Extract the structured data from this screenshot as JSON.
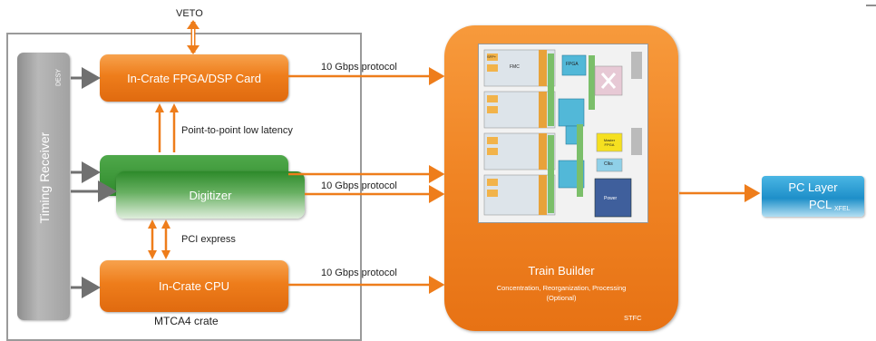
{
  "veto": "VETO",
  "crate_label": "MTCA4 crate",
  "timing_receiver": {
    "label": "Timing Receiver",
    "tag": "DESY"
  },
  "fpga_card": "In-Crate FPGA/DSP Card",
  "digitizer": "Digitizer",
  "cpu": "In-Crate CPU",
  "links": {
    "top": "10 Gbps protocol",
    "middle": "10 Gbps protocol",
    "bottom": "10 Gbps protocol",
    "p2p": "Point-to-point low latency",
    "pci": "PCI express"
  },
  "train_builder": {
    "title": "Train Builder",
    "subtitle": "Concentration, Reorganization, Processing",
    "optional": "(Optional)",
    "tag": "STFC"
  },
  "board": {
    "sfp": "SFP+",
    "fmc": "FMC",
    "fpga": "FPGA",
    "master_fpga": "Master FPGA",
    "clks": "Clks",
    "power": "Power"
  },
  "pc_layer": {
    "title": "PC Layer",
    "pcl": "PCL",
    "sub": "XFEL"
  },
  "colors": {
    "orange": "#ee7d1b",
    "green": "#2f8a2c",
    "blue": "#1e8fc9",
    "gray": "#9a9a9a"
  }
}
